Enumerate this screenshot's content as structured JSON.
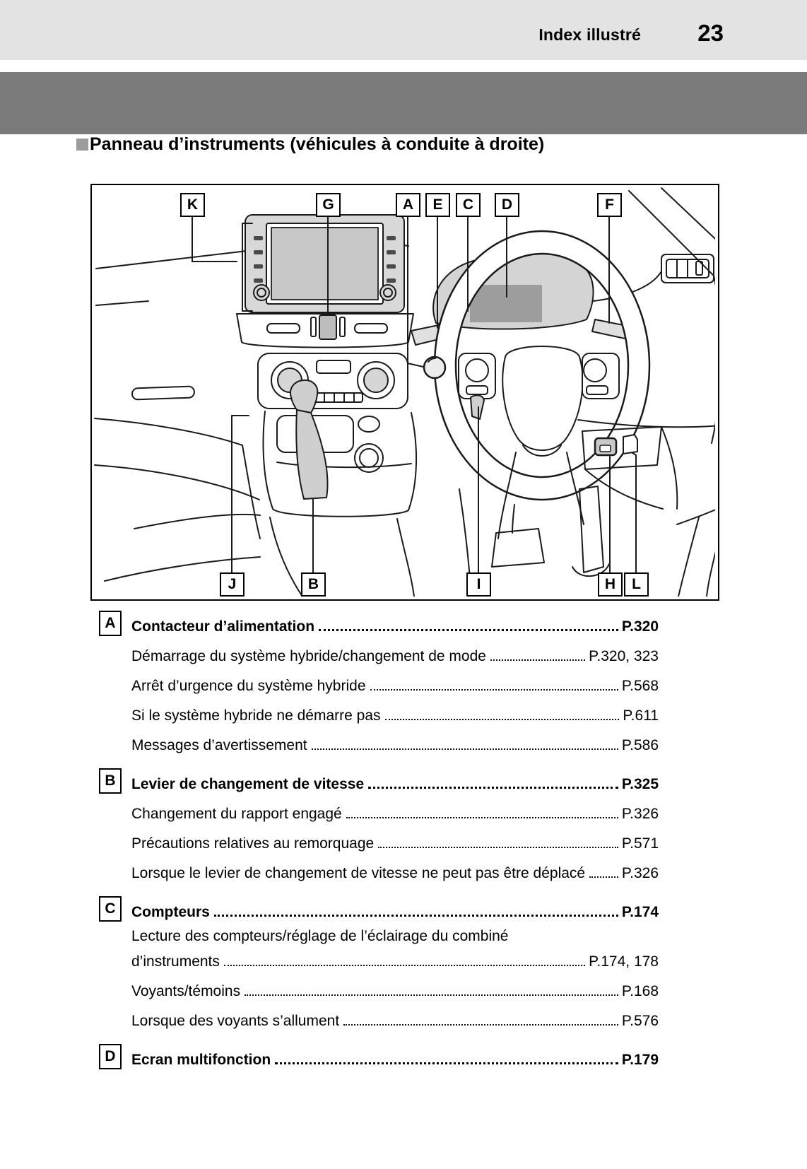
{
  "header": {
    "section_title": "Index illustré",
    "page_number": "23"
  },
  "section": {
    "heading": "Panneau d’instruments (véhicules à conduite à droite)"
  },
  "figure": {
    "description": "right-hand-drive instrument panel line drawing",
    "callouts_top": [
      "K",
      "G",
      "A",
      "E",
      "C",
      "D",
      "F"
    ],
    "callouts_bottom": [
      "J",
      "B",
      "I",
      "H",
      "L"
    ]
  },
  "colors": {
    "band_light": "#e3e3e3",
    "band_dark": "#7a7a7a",
    "bullet_gray": "#9c9c9c",
    "cluster_gray": "#d4d4d4",
    "display_gray": "#9d9d9d"
  },
  "index": {
    "sections": [
      {
        "letter": "A",
        "title": "Contacteur d’alimentation",
        "page": "P.320",
        "items": [
          {
            "label": "Démarrage du système hybride/changement de mode",
            "page": "P.320, 323"
          },
          {
            "label": "Arrêt d’urgence du système hybride",
            "page": "P.568"
          },
          {
            "label": "Si le système hybride ne démarre pas",
            "page": "P.611"
          },
          {
            "label": "Messages d’avertissement",
            "page": "P.586"
          }
        ]
      },
      {
        "letter": "B",
        "title": "Levier de changement de vitesse",
        "page": "P.325",
        "items": [
          {
            "label": "Changement du rapport engagé",
            "page": "P.326"
          },
          {
            "label": "Précautions relatives au remorquage",
            "page": "P.571"
          },
          {
            "label": "Lorsque le levier de changement de vitesse ne peut pas être déplacé",
            "page": "P.326"
          }
        ]
      },
      {
        "letter": "C",
        "title": "Compteurs",
        "page": "P.174",
        "items": [
          {
            "label_line1": "Lecture des compteurs/réglage de l’éclairage du combiné",
            "label": "d’instruments",
            "page": "P.174, 178"
          },
          {
            "label": "Voyants/témoins",
            "page": "P.168"
          },
          {
            "label": "Lorsque des voyants s’allument",
            "page": "P.576"
          }
        ]
      },
      {
        "letter": "D",
        "title": "Ecran multifonction",
        "page": "P.179",
        "items": []
      }
    ]
  }
}
